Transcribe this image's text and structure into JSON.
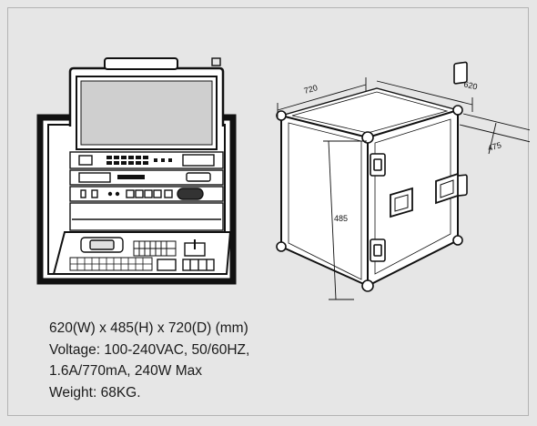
{
  "dimensions": {
    "width": "720",
    "depth_label": "620",
    "side_label": "475",
    "height": "485"
  },
  "specs": [
    "620(W) x 485(H) x 720(D) (mm)",
    "Voltage: 100-240VAC, 50/60HZ,",
    "1.6A/770mA, 240W Max",
    "Weight: 68KG."
  ],
  "colors": {
    "background": "#e6e6e6",
    "panel_border": "#b3b3b3",
    "line": "#111111"
  },
  "icons": {
    "left_illustration": "open-workstation-rack",
    "right_illustration": "closed-flight-case"
  }
}
